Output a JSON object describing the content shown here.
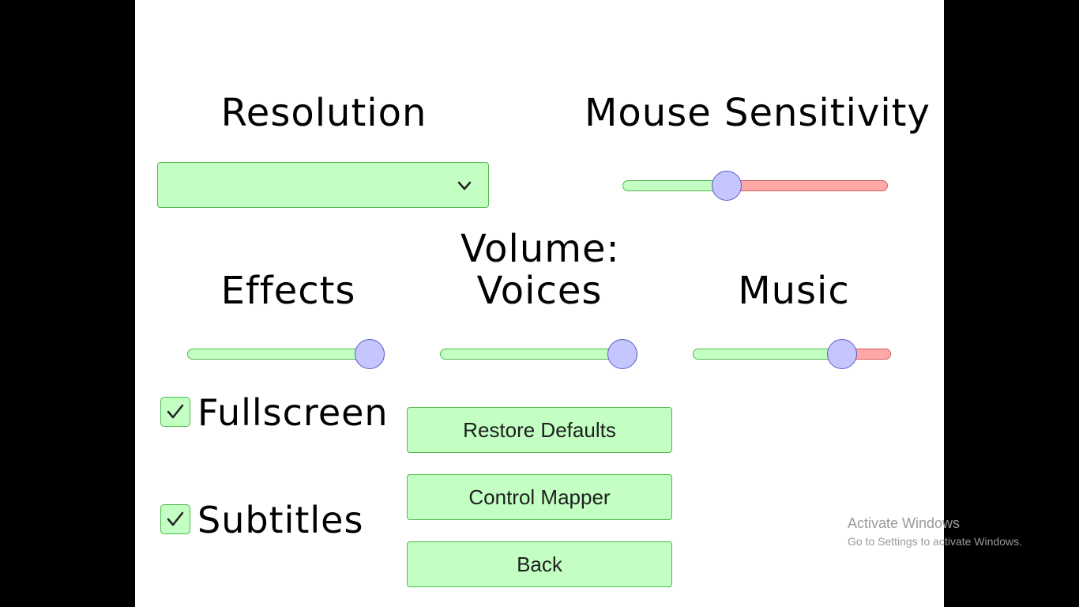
{
  "colors": {
    "background": "#000000",
    "panel": "#ffffff",
    "control_fill": "#c3ffc3",
    "control_border": "#4fb94f",
    "slider_remaining": "#ffa8a8",
    "slider_knob": "#c6c6ff"
  },
  "resolution": {
    "label": "Resolution",
    "selected_value": "",
    "chevron_icon": "chevron-down-icon"
  },
  "mouse_sensitivity": {
    "label": "Mouse Sensitivity",
    "value_fraction": 0.38
  },
  "volume": {
    "title": "Volume:",
    "effects": {
      "label": "Effects",
      "value_fraction": 1.0
    },
    "voices": {
      "label": "Voices",
      "value_fraction": 1.0
    },
    "music": {
      "label": "Music",
      "value_fraction": 0.8
    }
  },
  "fullscreen": {
    "label": "Fullscreen",
    "checked": true
  },
  "subtitles": {
    "label": "Subtitles",
    "checked": true
  },
  "buttons": {
    "restore_defaults": "Restore Defaults",
    "control_mapper": "Control Mapper",
    "back": "Back"
  },
  "watermark": {
    "line1": "Activate Windows",
    "line2": "Go to Settings to activate Windows."
  }
}
